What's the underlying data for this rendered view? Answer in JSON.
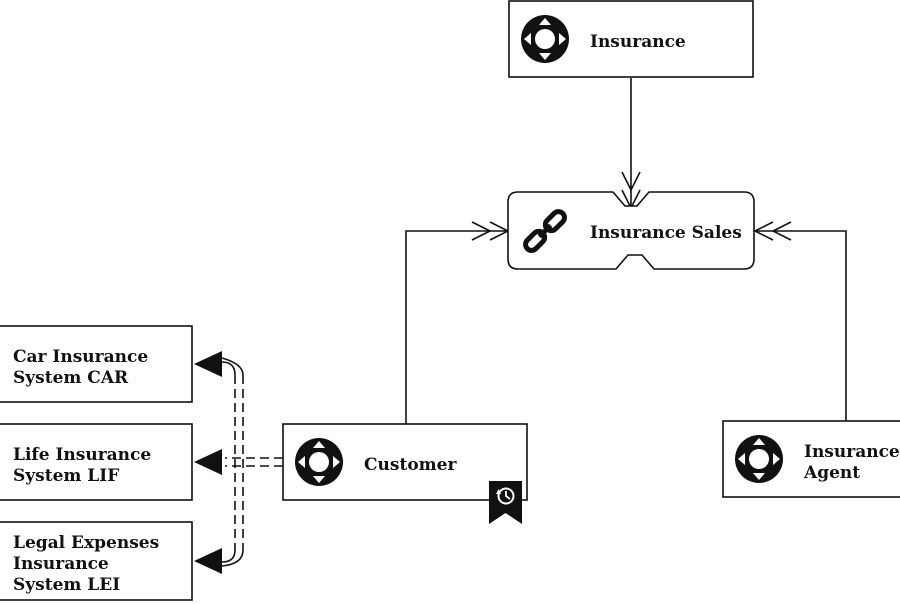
{
  "diagram": {
    "nodes": {
      "insurance": {
        "label": [
          "Insurance"
        ],
        "icon": "entity-direction-icon"
      },
      "insurance_sales": {
        "label": [
          "Insurance Sales"
        ],
        "icon": "chain-link-icon"
      },
      "customer": {
        "label": [
          "Customer"
        ],
        "icon": "entity-direction-icon",
        "badge": "history-bookmark-icon"
      },
      "insurance_agent": {
        "label": [
          "Insurance",
          "Agent"
        ],
        "icon": "entity-direction-icon"
      },
      "car_system": {
        "label": [
          "Car Insurance",
          "System CAR"
        ]
      },
      "life_system": {
        "label": [
          "Life Insurance",
          "System LIF"
        ]
      },
      "legal_system": {
        "label": [
          "Legal Expenses",
          "Insurance",
          "System LEI"
        ]
      }
    },
    "edges": [
      {
        "from": "insurance",
        "to": "insurance_sales",
        "style": "solid",
        "arrow": "open-double"
      },
      {
        "from": "customer",
        "to": "insurance_sales",
        "style": "solid",
        "arrow": "open-double"
      },
      {
        "from": "insurance_agent",
        "to": "insurance_sales",
        "style": "solid",
        "arrow": "open-double"
      },
      {
        "from": "customer",
        "to": "car_system",
        "style": "double-dashed",
        "arrow": "filled"
      },
      {
        "from": "customer",
        "to": "life_system",
        "style": "double-dashed",
        "arrow": "filled"
      },
      {
        "from": "customer",
        "to": "legal_system",
        "style": "double-dashed",
        "arrow": "filled"
      }
    ]
  }
}
